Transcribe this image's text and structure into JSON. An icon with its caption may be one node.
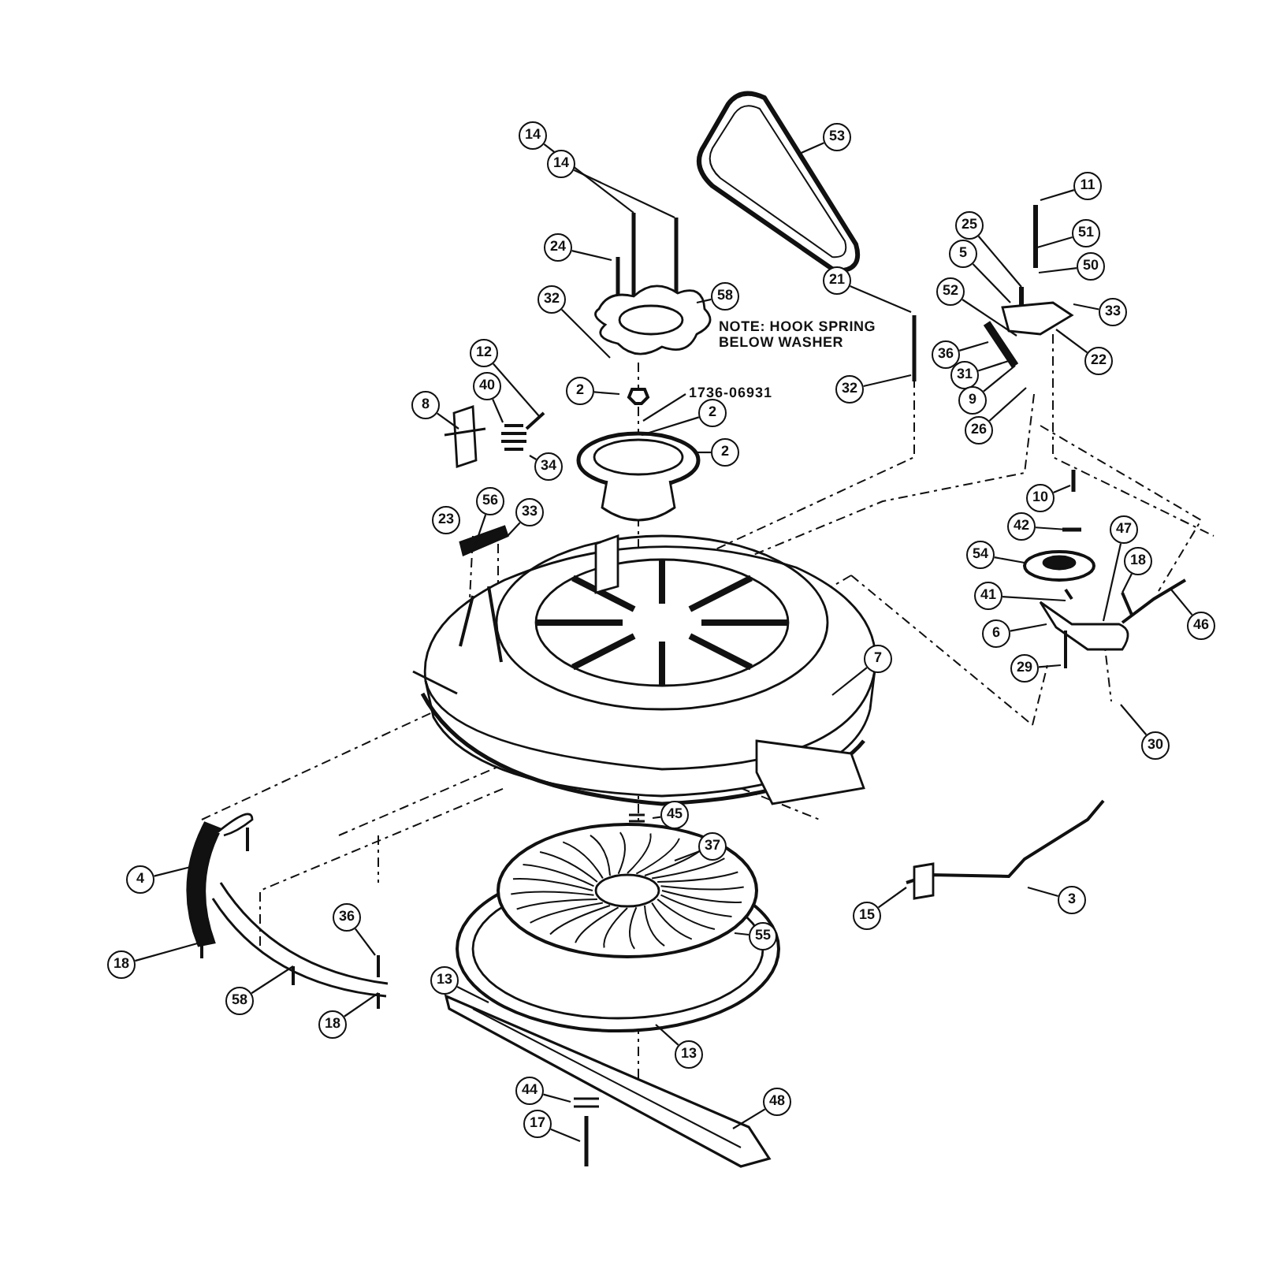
{
  "diagram": {
    "nodes": [
      {
        "text": [
          "14"
        ]
      },
      {
        "text": [
          "14"
        ]
      },
      {
        "text": [
          "53"
        ]
      },
      {
        "text": [
          "24"
        ]
      },
      {
        "text": [
          "32"
        ]
      },
      {
        "text": [
          "58"
        ]
      },
      {
        "text": [
          "21"
        ]
      },
      {
        "text": [
          "32"
        ]
      },
      {
        "text": [
          "12"
        ]
      },
      {
        "text": [
          "40"
        ]
      },
      {
        "text": [
          "8"
        ]
      },
      {
        "text": [
          "34"
        ]
      },
      {
        "text": [
          "2"
        ]
      },
      {
        "text": [
          "1736-06931"
        ]
      },
      {
        "text": [
          "2"
        ]
      },
      {
        "text": [
          "2"
        ]
      },
      {
        "text": [
          "56"
        ]
      },
      {
        "text": [
          "33"
        ]
      },
      {
        "text": [
          "25"
        ]
      },
      {
        "text": [
          "5"
        ]
      },
      {
        "text": [
          "52"
        ]
      },
      {
        "text": [
          "36"
        ]
      },
      {
        "text": [
          "31"
        ]
      },
      {
        "text": [
          "9"
        ]
      },
      {
        "text": [
          "26"
        ]
      },
      {
        "text": [
          "11"
        ]
      },
      {
        "text": [
          "51"
        ]
      },
      {
        "text": [
          "50"
        ]
      },
      {
        "text": [
          "33"
        ]
      },
      {
        "text": [
          "22"
        ]
      },
      {
        "text": [
          "10"
        ]
      },
      {
        "text": [
          "42"
        ]
      },
      {
        "text": [
          "54"
        ]
      },
      {
        "text": [
          "47"
        ]
      },
      {
        "text": [
          "41"
        ]
      },
      {
        "text": [
          "18"
        ]
      },
      {
        "text": [
          "6"
        ]
      },
      {
        "text": [
          "46"
        ]
      },
      {
        "text": [
          "29"
        ]
      },
      {
        "text": [
          "30"
        ]
      },
      {
        "text": [
          "7"
        ]
      },
      {
        "text": [
          "45"
        ]
      },
      {
        "text": [
          "37"
        ]
      },
      {
        "text": [
          "55"
        ]
      },
      {
        "text": [
          "13"
        ]
      },
      {
        "text": [
          "13"
        ]
      },
      {
        "text": [
          "44"
        ]
      },
      {
        "text": [
          "17"
        ]
      },
      {
        "text": [
          "48"
        ]
      },
      {
        "text": [
          "4"
        ]
      },
      {
        "text": [
          "18"
        ]
      },
      {
        "text": [
          "36"
        ]
      },
      {
        "text": [
          "58"
        ]
      },
      {
        "text": [
          "18"
        ]
      },
      {
        "text": [
          "15"
        ]
      },
      {
        "text": [
          "3"
        ]
      },
      {
        "text": [
          "23"
        ]
      }
    ],
    "edges": [
      {
        "from": 0,
        "to": null,
        "arrow": "none"
      },
      {
        "from": 1,
        "to": null,
        "arrow": "none"
      },
      {
        "from": 2,
        "to": null,
        "arrow": "none"
      },
      {
        "from": 3,
        "to": null,
        "arrow": "none"
      },
      {
        "from": 4,
        "to": null,
        "arrow": "none"
      },
      {
        "from": 5,
        "to": null,
        "arrow": "none"
      },
      {
        "from": 6,
        "to": null,
        "arrow": "none"
      },
      {
        "from": 7,
        "to": null,
        "arrow": "none"
      },
      {
        "from": 8,
        "to": null,
        "arrow": "none"
      },
      {
        "from": 9,
        "to": null,
        "arrow": "none"
      },
      {
        "from": 10,
        "to": null,
        "arrow": "none"
      },
      {
        "from": 11,
        "to": null,
        "arrow": "none"
      },
      {
        "from": 12,
        "to": null,
        "arrow": "none"
      },
      {
        "from": 13,
        "to": null,
        "arrow": "none"
      },
      {
        "from": 14,
        "to": null,
        "arrow": "none"
      },
      {
        "from": 15,
        "to": null,
        "arrow": "none"
      },
      {
        "from": 16,
        "to": null,
        "arrow": "none"
      },
      {
        "from": 17,
        "to": null,
        "arrow": "none"
      },
      {
        "from": 18,
        "to": null,
        "arrow": "none"
      },
      {
        "from": 19,
        "to": null,
        "arrow": "none"
      },
      {
        "from": 20,
        "to": null,
        "arrow": "none"
      },
      {
        "from": 21,
        "to": null,
        "arrow": "none"
      },
      {
        "from": 22,
        "to": null,
        "arrow": "none"
      },
      {
        "from": 23,
        "to": null,
        "arrow": "none"
      },
      {
        "from": 24,
        "to": null,
        "arrow": "none"
      },
      {
        "from": 25,
        "to": null,
        "arrow": "none"
      },
      {
        "from": 26,
        "to": null,
        "arrow": "none"
      },
      {
        "from": 27,
        "to": null,
        "arrow": "none"
      },
      {
        "from": 28,
        "to": null,
        "arrow": "none"
      },
      {
        "from": 29,
        "to": null,
        "arrow": "none"
      },
      {
        "from": 30,
        "to": null,
        "arrow": "none"
      },
      {
        "from": 31,
        "to": null,
        "arrow": "none"
      },
      {
        "from": 32,
        "to": null,
        "arrow": "none"
      },
      {
        "from": 33,
        "to": null,
        "arrow": "none"
      },
      {
        "from": 34,
        "to": null,
        "arrow": "none"
      },
      {
        "from": 35,
        "to": null,
        "arrow": "none"
      },
      {
        "from": 36,
        "to": null,
        "arrow": "none"
      },
      {
        "from": 37,
        "to": null,
        "arrow": "none"
      },
      {
        "from": 38,
        "to": null,
        "arrow": "none"
      },
      {
        "from": 39,
        "to": null,
        "arrow": "none"
      },
      {
        "from": 40,
        "to": null,
        "arrow": "none"
      },
      {
        "from": 41,
        "to": null,
        "arrow": "none"
      },
      {
        "from": 42,
        "to": null,
        "arrow": "none"
      },
      {
        "from": 43,
        "to": null,
        "arrow": "none"
      },
      {
        "from": 44,
        "to": null,
        "arrow": "none"
      },
      {
        "from": 45,
        "to": null,
        "arrow": "none"
      },
      {
        "from": 46,
        "to": null,
        "arrow": "none"
      },
      {
        "from": 47,
        "to": null,
        "arrow": "none"
      },
      {
        "from": 48,
        "to": null,
        "arrow": "none"
      },
      {
        "from": 49,
        "to": null,
        "arrow": "none"
      },
      {
        "from": 50,
        "to": null,
        "arrow": "none"
      },
      {
        "from": 51,
        "to": null,
        "arrow": "none"
      },
      {
        "from": 52,
        "to": null,
        "arrow": "none"
      },
      {
        "from": 53,
        "to": null,
        "arrow": "none"
      },
      {
        "from": 54,
        "to": null,
        "arrow": "none"
      },
      {
        "from": 55,
        "to": null,
        "arrow": "none"
      }
    ],
    "labels": [
      "NOTE: HOOK SPRING BELOW WASHER"
    ]
  }
}
